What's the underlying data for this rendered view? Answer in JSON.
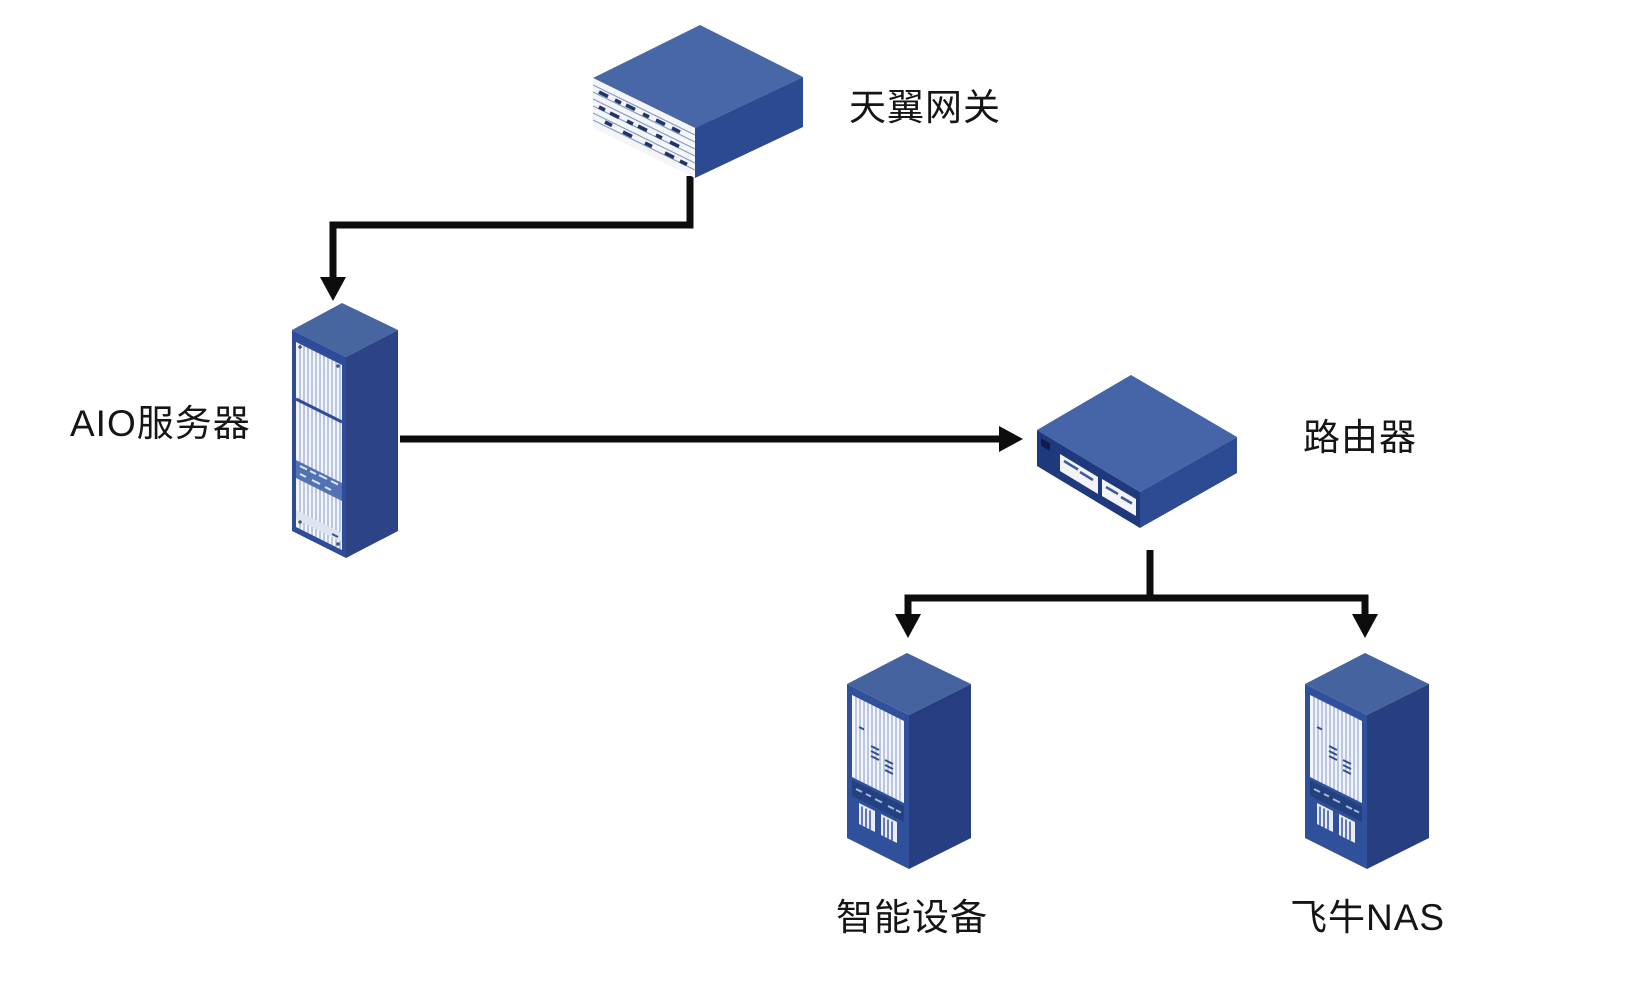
{
  "diagram_type": "network-topology",
  "nodes": {
    "gateway": {
      "label": "天翼网关",
      "device": "isometric-gateway-switch"
    },
    "aio_server": {
      "label": "AIO服务器",
      "device": "isometric-server-tower"
    },
    "router": {
      "label": "路由器",
      "device": "isometric-router-box"
    },
    "smart_device": {
      "label": "智能设备",
      "device": "isometric-tower-device"
    },
    "feiniu_nas": {
      "label": "飞牛NAS",
      "device": "isometric-tower-device"
    }
  },
  "edges": [
    {
      "from": "天翼网关",
      "to": "AIO服务器",
      "shape": "elbow-down-left-down-arrow"
    },
    {
      "from": "AIO服务器",
      "to": "路由器",
      "shape": "straight-right-arrow"
    },
    {
      "from": "路由器",
      "to": "智能设备",
      "shape": "split-down-left-arrow"
    },
    {
      "from": "路由器",
      "to": "飞牛NAS",
      "shape": "split-down-right-arrow"
    }
  ],
  "colors": {
    "device_blue_top": "#45649f",
    "device_blue_front": "#2f4c97",
    "device_blue_side": "#2b4a91",
    "device_blue_dark": "#24417f",
    "panel_white": "#f3f5f9",
    "panel_line_blue": "#8398c7",
    "connector_black": "#0d0d0d",
    "label_text": "#151515",
    "background": "#ffffff"
  }
}
